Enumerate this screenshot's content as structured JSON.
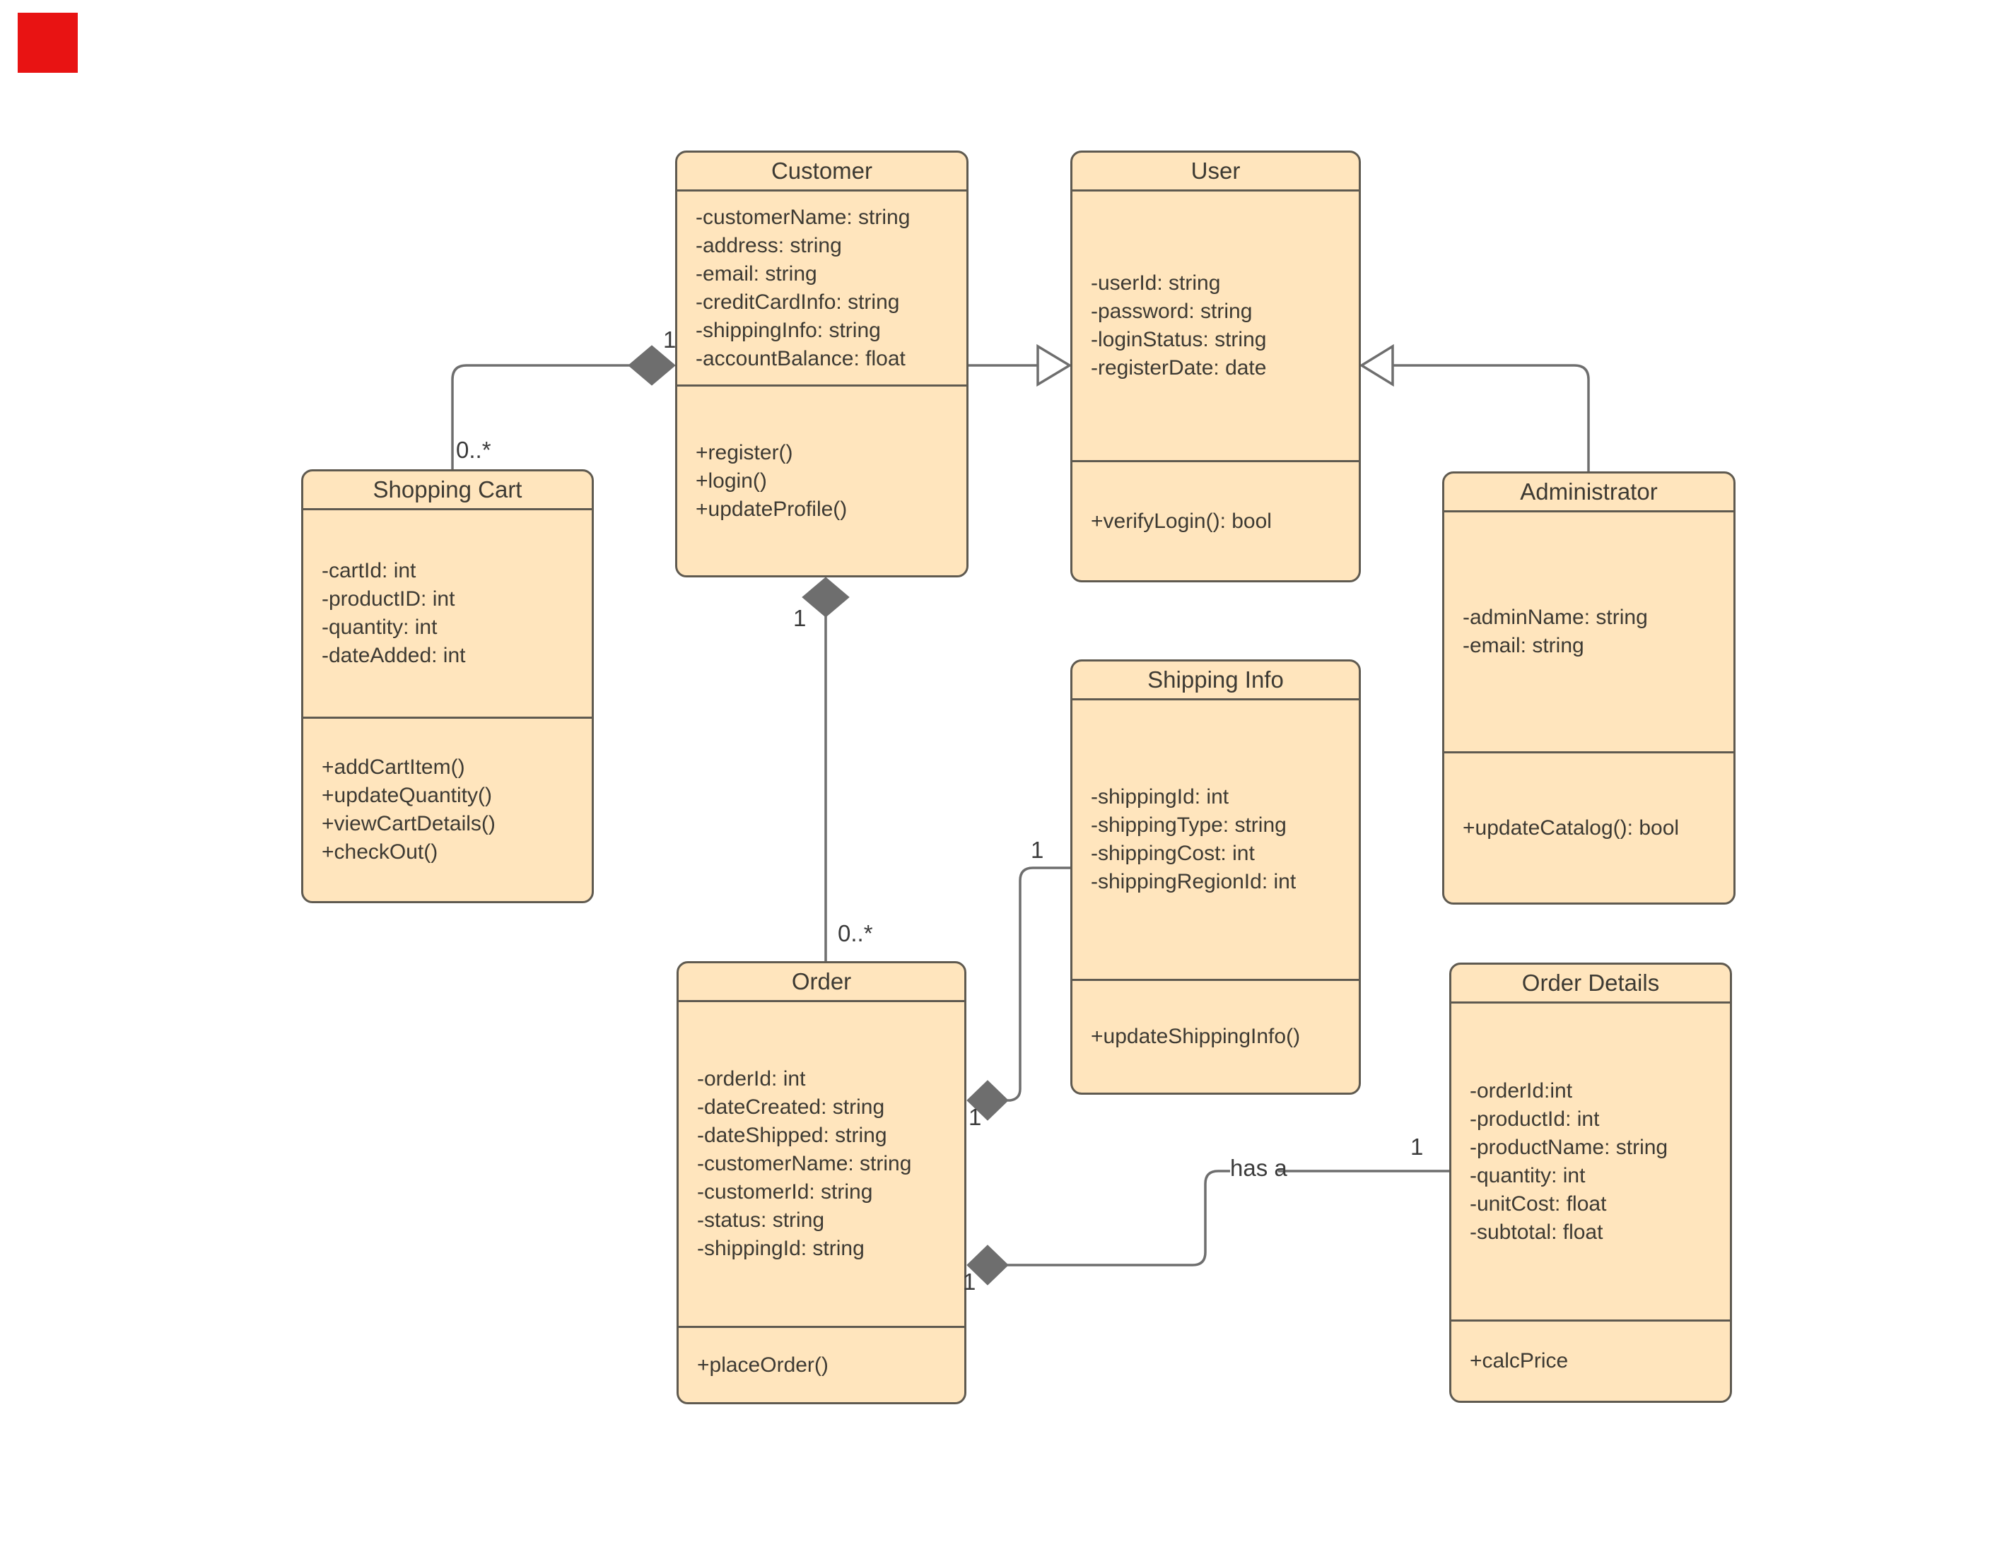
{
  "colors": {
    "fill": "#ffe5bd",
    "border": "#5f5a50",
    "line": "#6e6e6e",
    "diamond": "#6e6e6e",
    "text": "#3d3a33",
    "marker": "#e81313"
  },
  "classes": [
    {
      "title": "Customer",
      "attributes": [
        "-customerName: string",
        "-address: string",
        "-email: string",
        "-creditCardInfo: string",
        "-shippingInfo: string",
        "-accountBalance: float"
      ],
      "methods": [
        "+register()",
        "+login()",
        "+updateProfile()"
      ]
    },
    {
      "title": "User",
      "attributes": [
        "-userId: string",
        "-password: string",
        "-loginStatus: string",
        "-registerDate: date"
      ],
      "methods": [
        "+verifyLogin(): bool"
      ]
    },
    {
      "title": "Shopping Cart",
      "attributes": [
        "-cartId: int",
        "-productID: int",
        "-quantity: int",
        "-dateAdded: int"
      ],
      "methods": [
        "+addCartItem()",
        "+updateQuantity()",
        "+viewCartDetails()",
        "+checkOut()"
      ]
    },
    {
      "title": "Administrator",
      "attributes": [
        "-adminName: string",
        "-email: string"
      ],
      "methods": [
        "+updateCatalog(): bool"
      ]
    },
    {
      "title": "Shipping Info",
      "attributes": [
        "-shippingId: int",
        "-shippingType: string",
        "-shippingCost: int",
        "-shippingRegionId: int"
      ],
      "methods": [
        "+updateShippingInfo()"
      ]
    },
    {
      "title": "Order",
      "attributes": [
        "-orderId: int",
        "-dateCreated: string",
        "-dateShipped: string",
        "-customerName: string",
        "-customerId: string",
        "-status: string",
        "-shippingId: string"
      ],
      "methods": [
        "+placeOrder()"
      ]
    },
    {
      "title": "Order Details",
      "attributes": [
        "-orderId:int",
        "-productId: int",
        "-productName: string",
        "-quantity: int",
        "-unitCost: float",
        "-subtotal: float"
      ],
      "methods": [
        "+calcPrice"
      ]
    }
  ],
  "labels": {
    "cart_side_1": "1",
    "cart_mult": "0..*",
    "order_side_1": "1",
    "order_mult": "0..*",
    "shipping_mult": "1",
    "shipping_side_1": "1",
    "has_a": "has a",
    "orderdetails_mult": "1",
    "orderdetails_side_1": "1"
  },
  "relationships": [
    {
      "from": "Shopping Cart",
      "to": "Customer",
      "type": "composition",
      "multiplicity_from": "0..*",
      "multiplicity_to": "1"
    },
    {
      "from": "Customer",
      "to": "User",
      "type": "generalization"
    },
    {
      "from": "Administrator",
      "to": "User",
      "type": "generalization"
    },
    {
      "from": "Order",
      "to": "Customer",
      "type": "composition",
      "multiplicity_from": "0..*",
      "multiplicity_to": "1"
    },
    {
      "from": "Shipping Info",
      "to": "Order",
      "type": "composition",
      "multiplicity_from": "1",
      "multiplicity_to": "1"
    },
    {
      "from": "Order Details",
      "to": "Order",
      "type": "composition",
      "label": "has a",
      "multiplicity_from": "1",
      "multiplicity_to": "1"
    }
  ]
}
